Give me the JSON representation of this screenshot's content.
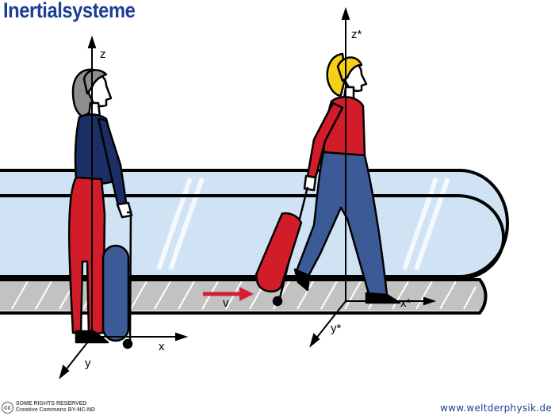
{
  "title": "Inertialsysteme",
  "axes": {
    "rest_frame": {
      "z": "z",
      "x": "x",
      "y": "y"
    },
    "moving_frame": {
      "z": "z*",
      "x": "x*",
      "y": "y*"
    }
  },
  "velocity_label": "v",
  "license": {
    "line1": "SOME RIGHTS RESERVED",
    "line2": "Creative Commons BY-NC-ND",
    "logo": "cc"
  },
  "site_url": "www.weltderphysik.de",
  "colors": {
    "title": "#1c3f94",
    "glass": "#cfe3f5",
    "belt": "#c2c2c2",
    "red": "#d21c2a",
    "navy": "#1c2e66",
    "denim": "#3c5a96",
    "arrow": "#d2202f"
  },
  "icons": [
    "creative-commons-icon"
  ]
}
